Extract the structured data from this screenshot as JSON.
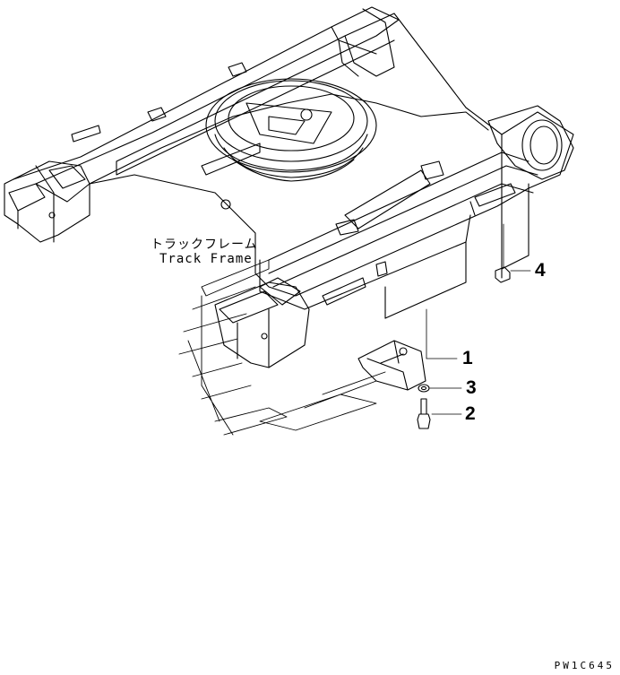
{
  "labels": {
    "part_name_jp": "トラックフレーム",
    "part_name_en": "Track Frame"
  },
  "callouts": [
    "1",
    "3",
    "2",
    "4"
  ],
  "drawing_code": "PW1C645",
  "colors": {
    "line": "#000000",
    "background": "#ffffff"
  }
}
